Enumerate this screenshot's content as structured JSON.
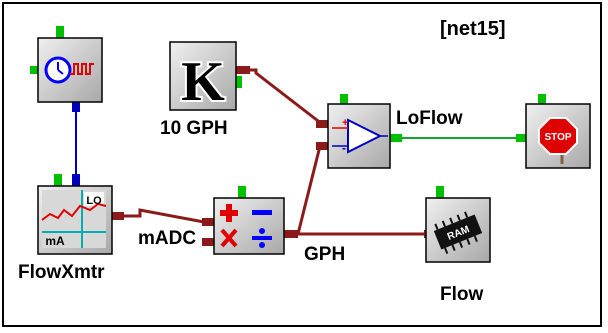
{
  "diagram": {
    "net_label": "[net15]",
    "blocks": {
      "timer": {
        "icon": "clock-pulse-icon",
        "label": ""
      },
      "const": {
        "icon": "constant-k-icon",
        "glyph": "K",
        "label": "10 GPH"
      },
      "xmtr": {
        "icon": "flow-transmitter-icon",
        "lo_text": "LO",
        "ma_text": "mA",
        "label": "FlowXmtr"
      },
      "math": {
        "icon": "arithmetic-icon",
        "label": ""
      },
      "comparator": {
        "icon": "comparator-icon",
        "label": ""
      },
      "ram": {
        "icon": "ram-chip-icon",
        "chip_text": "RAM",
        "label": "Flow"
      },
      "stop": {
        "icon": "stop-sign-icon",
        "sign_text": "STOP",
        "label": ""
      }
    },
    "wire_labels": {
      "madc": "mADC",
      "gph": "GPH",
      "loflow": "LoFlow"
    }
  },
  "colors": {
    "analog_wire": "#8b1a1a",
    "digital_wire": "#18a030",
    "control_wire": "#0000c0",
    "block_face": "#c0c0c0",
    "pin_green": "#00c000"
  }
}
